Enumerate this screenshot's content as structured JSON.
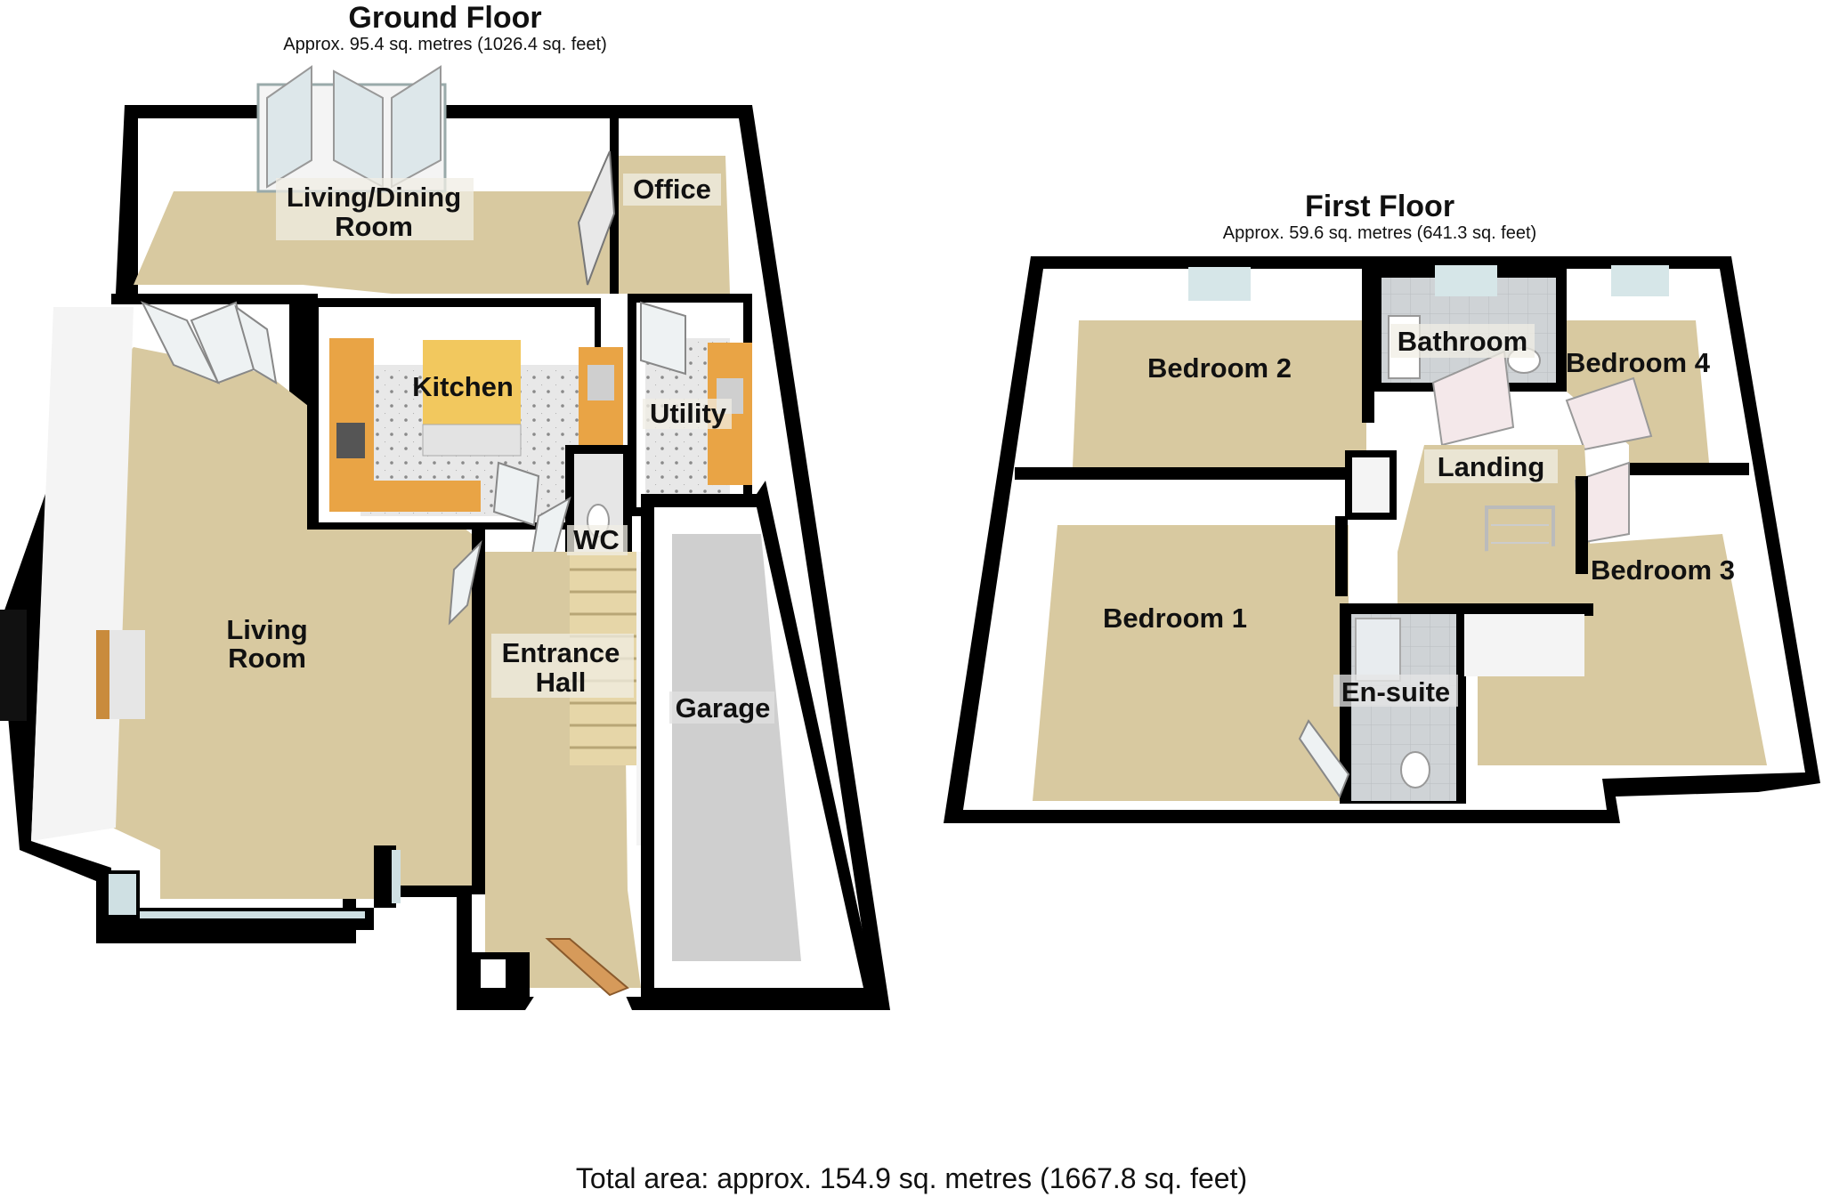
{
  "ground_floor": {
    "title": "Ground Floor",
    "area": "Approx. 95.4 sq. metres (1026.4 sq. feet)",
    "rooms": {
      "living_dining_1": "Living/Dining",
      "living_dining_2": "Room",
      "office": "Office",
      "kitchen": "Kitchen",
      "utility": "Utility",
      "wc": "WC",
      "living_1": "Living",
      "living_2": "Room",
      "entrance_1": "Entrance",
      "entrance_2": "Hall",
      "garage": "Garage"
    }
  },
  "first_floor": {
    "title": "First Floor",
    "area": "Approx. 59.6 sq. metres (641.3 sq. feet)",
    "rooms": {
      "bedroom2": "Bedroom 2",
      "bathroom": "Bathroom",
      "bedroom4": "Bedroom 4",
      "landing": "Landing",
      "bedroom1": "Bedroom 1",
      "bedroom3": "Bedroom 3",
      "ensuite": "En-suite"
    }
  },
  "total_area": "Total area: approx. 154.9 sq. metres (1667.8 sq. feet)",
  "colors": {
    "floor": "#d8c9a0",
    "wall": "#ffffff",
    "outline": "#000000",
    "worktop": "#e9a445",
    "island": "#f2c85e",
    "tile": "#e6e6e6",
    "garage_floor": "#cfcfcf"
  }
}
